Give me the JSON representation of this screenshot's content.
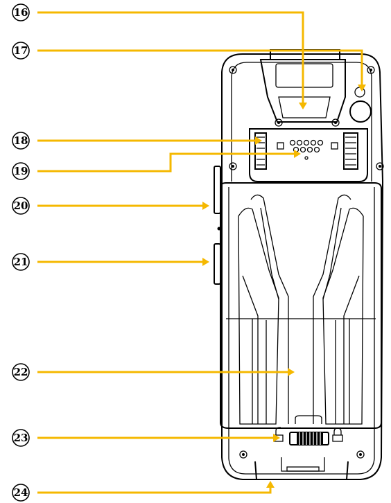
{
  "colors": {
    "leader": "#F5B800",
    "outline": "#000000",
    "background": "#FFFFFF"
  },
  "callouts": [
    {
      "number": "16",
      "glyph": "⑯"
    },
    {
      "number": "17",
      "glyph": "⑰"
    },
    {
      "number": "18",
      "glyph": "⑱"
    },
    {
      "number": "19",
      "glyph": "⑲"
    },
    {
      "number": "20",
      "glyph": "⑳"
    },
    {
      "number": "21",
      "glyph": "㉑"
    },
    {
      "number": "22",
      "glyph": "㉒"
    },
    {
      "number": "23",
      "glyph": "㉓"
    },
    {
      "number": "24",
      "glyph": "㉔"
    }
  ],
  "icons": [
    "unlock-icon",
    "lock-icon",
    "screw-icon",
    "camera-lens-icon",
    "speaker-grille-icon"
  ]
}
